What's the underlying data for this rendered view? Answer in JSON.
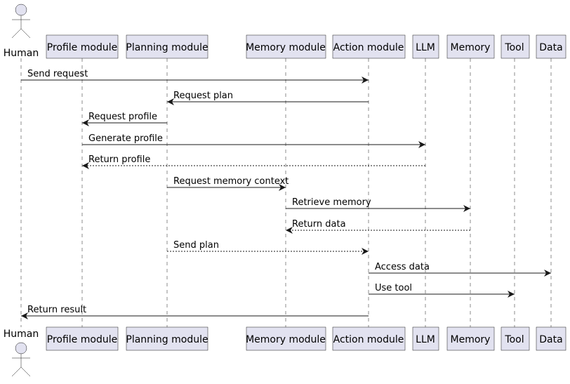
{
  "participants": [
    {
      "id": "human",
      "label": "Human",
      "kind": "actor"
    },
    {
      "id": "profile",
      "label": "Profile module",
      "kind": "box"
    },
    {
      "id": "planning",
      "label": "Planning module",
      "kind": "box"
    },
    {
      "id": "memory_module",
      "label": "Memory module",
      "kind": "box"
    },
    {
      "id": "action",
      "label": "Action module",
      "kind": "box"
    },
    {
      "id": "llm",
      "label": "LLM",
      "kind": "box"
    },
    {
      "id": "memory",
      "label": "Memory",
      "kind": "box"
    },
    {
      "id": "tool",
      "label": "Tool",
      "kind": "box"
    },
    {
      "id": "data",
      "label": "Data",
      "kind": "box"
    }
  ],
  "messages": [
    {
      "from": "human",
      "to": "action",
      "label": "Send request",
      "style": "solid"
    },
    {
      "from": "action",
      "to": "planning",
      "label": "Request plan",
      "style": "solid"
    },
    {
      "from": "planning",
      "to": "profile",
      "label": "Request profile",
      "style": "solid"
    },
    {
      "from": "profile",
      "to": "llm",
      "label": "Generate profile",
      "style": "solid"
    },
    {
      "from": "llm",
      "to": "profile",
      "label": "Return profile",
      "style": "dashed"
    },
    {
      "from": "planning",
      "to": "memory_module",
      "label": "Request memory context",
      "style": "solid"
    },
    {
      "from": "memory_module",
      "to": "memory",
      "label": "Retrieve memory",
      "style": "solid"
    },
    {
      "from": "memory",
      "to": "memory_module",
      "label": "Return data",
      "style": "dashed"
    },
    {
      "from": "planning",
      "to": "action",
      "label": "Send plan",
      "style": "dashed"
    },
    {
      "from": "action",
      "to": "data",
      "label": "Access data",
      "style": "solid"
    },
    {
      "from": "action",
      "to": "tool",
      "label": "Use tool",
      "style": "solid"
    },
    {
      "from": "action",
      "to": "human",
      "label": "Return result",
      "style": "solid"
    }
  ],
  "colors": {
    "participant_fill": "#e2e2f0",
    "stroke": "#181818",
    "background": "#ffffff"
  }
}
